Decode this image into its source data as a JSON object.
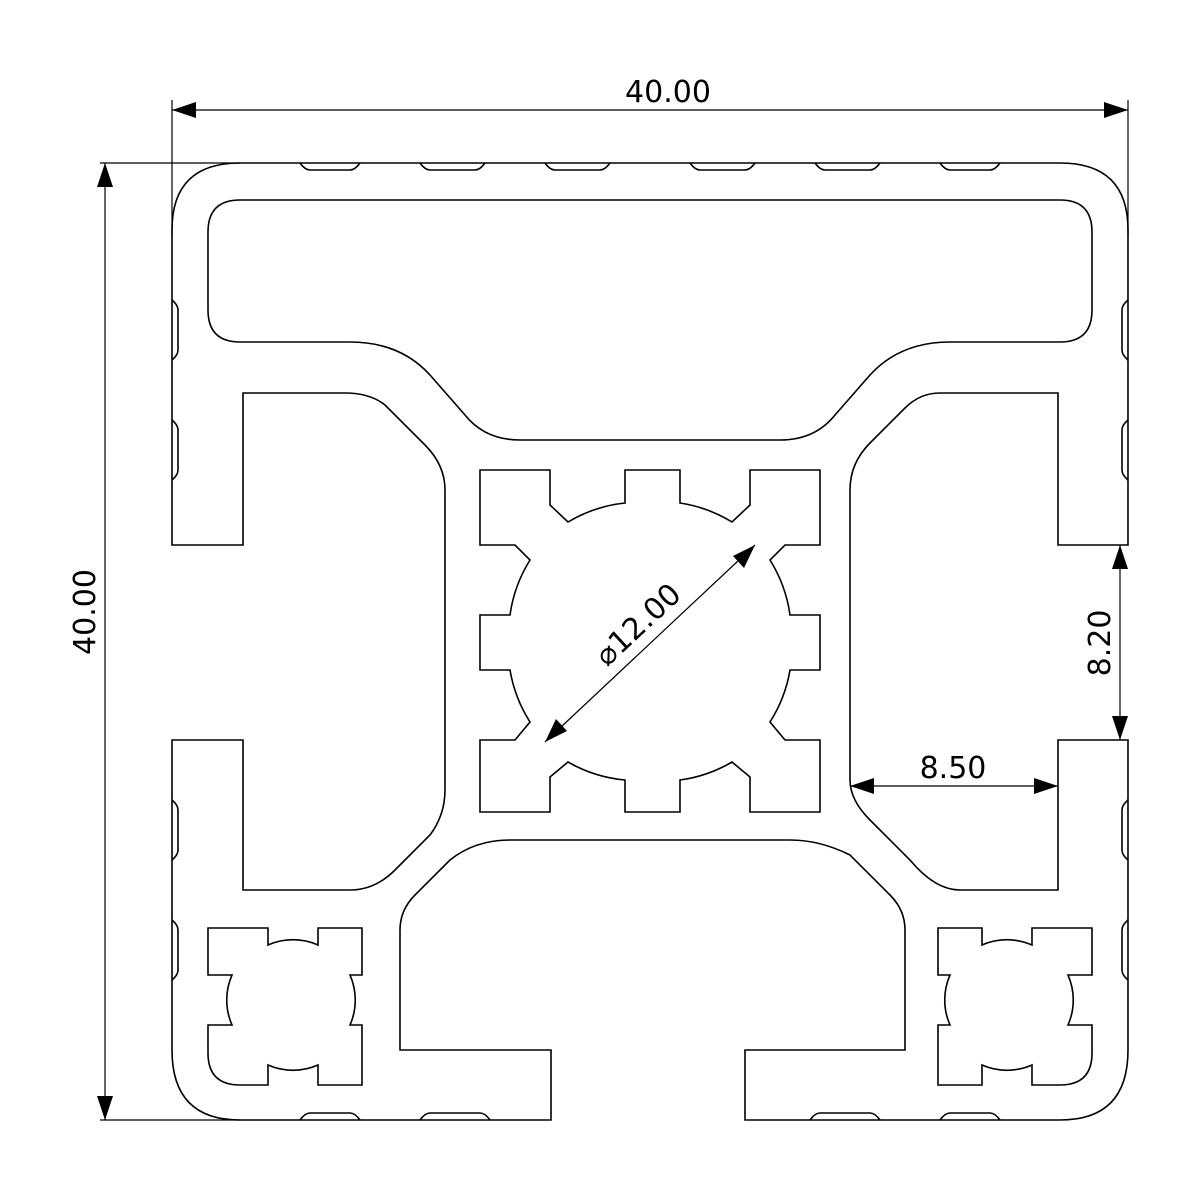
{
  "drawing": {
    "title": "Aluminium extrusion profile cross-section",
    "dimensions": {
      "width": "40.00",
      "height": "40.00",
      "bore_diameter": "12.00",
      "bore_symbol": "⌀",
      "slot_opening": "8.20",
      "slot_depth": "8.50"
    }
  }
}
